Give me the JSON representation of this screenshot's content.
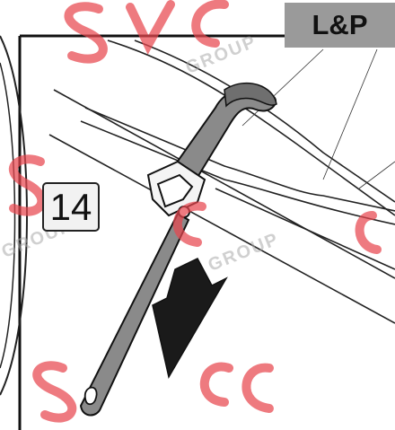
{
  "step": {
    "number": "14"
  },
  "brand_tag": {
    "label": "L&P"
  },
  "watermark": {
    "logo_text": "SVC",
    "group_text": "GROUP"
  },
  "colors": {
    "strap_fill": "#8a8a8a",
    "strap_outline": "#111111",
    "arrow": "#1a1a1a",
    "watermark_red": "#e8474f",
    "tag_background": "#9a9a9a"
  },
  "icons": {
    "direction_arrow": "pull-down-arrow-icon"
  }
}
